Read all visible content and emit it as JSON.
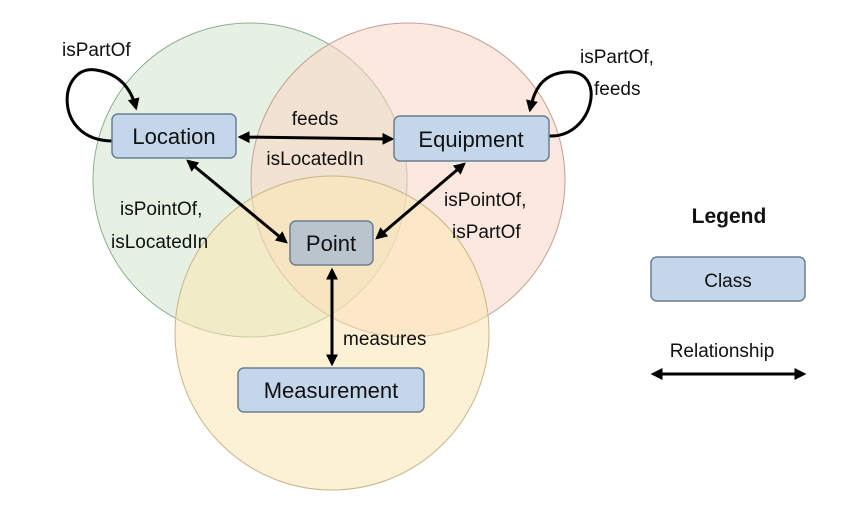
{
  "colors": {
    "location_region": "#d4e6cc",
    "equipment_region": "#f9d6c4",
    "measurement_region": "#fbe6b3",
    "class_box_fill": "#c3d6ea",
    "point_box_fill": "#b9c4cd",
    "box_border": "#6b7e93",
    "edge": "#000000"
  },
  "nodes": {
    "location": "Location",
    "equipment": "Equipment",
    "point": "Point",
    "measurement": "Measurement"
  },
  "relationships": {
    "location_self": "isPartOf",
    "equipment_self_line1": "isPartOf,",
    "equipment_self_line2": "feeds",
    "location_equipment_line1": "feeds",
    "location_equipment_line2": "isLocatedIn",
    "location_point_line1": "isPointOf,",
    "location_point_line2": "isLocatedIn",
    "equipment_point_line1": "isPointOf,",
    "equipment_point_line2": "isPartOf",
    "point_measurement": "measures"
  },
  "legend": {
    "title": "Legend",
    "class_label": "Class",
    "relationship_label": "Relationship"
  }
}
